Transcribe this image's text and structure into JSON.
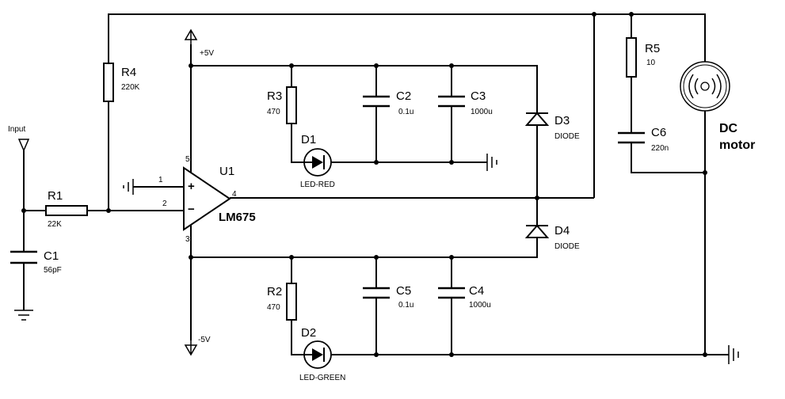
{
  "components": {
    "input": {
      "label": "Input"
    },
    "r1": {
      "ref": "R1",
      "value": "22K"
    },
    "c1": {
      "ref": "C1",
      "value": "56pF"
    },
    "r4": {
      "ref": "R4",
      "value": "220K"
    },
    "u1": {
      "ref": "U1",
      "part": "LM675",
      "pin1": "1",
      "pin2": "2",
      "pin3": "3",
      "pin4": "4",
      "pin5": "5",
      "plus": "+",
      "minus": "−"
    },
    "supply_pos": {
      "label": "+5V"
    },
    "supply_neg": {
      "label": "-5V"
    },
    "r3": {
      "ref": "R3",
      "value": "470"
    },
    "d1": {
      "ref": "D1",
      "value": "LED-RED"
    },
    "c2": {
      "ref": "C2",
      "value": "0.1u"
    },
    "c3": {
      "ref": "C3",
      "value": "1000u"
    },
    "d3": {
      "ref": "D3",
      "value": "DIODE"
    },
    "d4": {
      "ref": "D4",
      "value": "DIODE"
    },
    "r2": {
      "ref": "R2",
      "value": "470"
    },
    "d2": {
      "ref": "D2",
      "value": "LED-GREEN"
    },
    "c5": {
      "ref": "C5",
      "value": "0.1u"
    },
    "c4": {
      "ref": "C4",
      "value": "1000u"
    },
    "r5": {
      "ref": "R5",
      "value": "10"
    },
    "c6": {
      "ref": "C6",
      "value": "220n"
    },
    "motor": {
      "line1": "DC",
      "line2": "motor"
    }
  }
}
